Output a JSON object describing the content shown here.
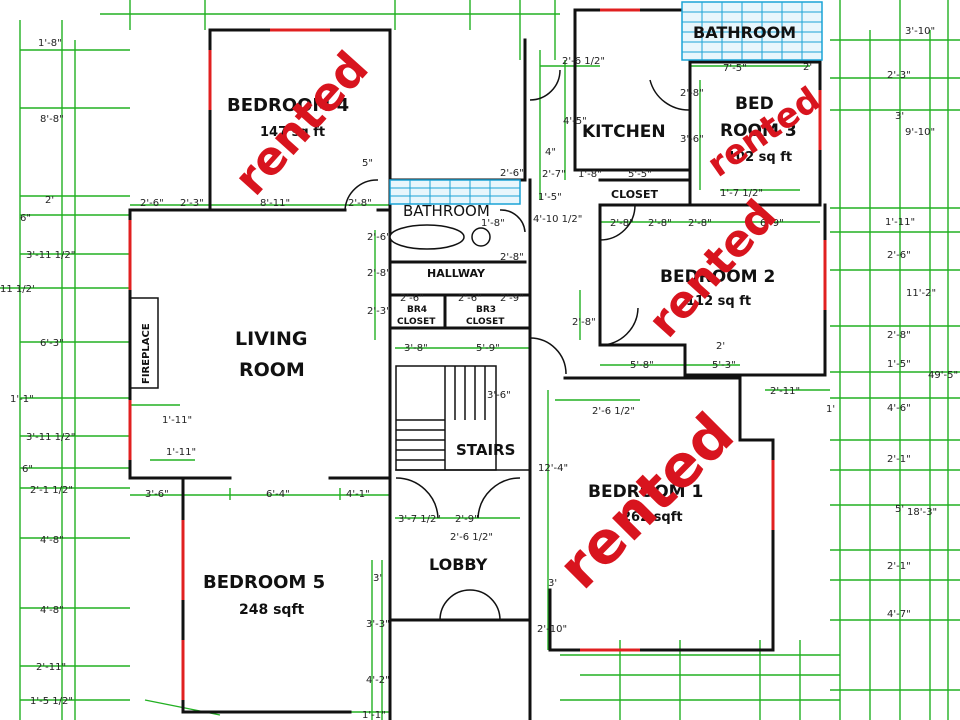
{
  "rooms": {
    "bedroom4": {
      "label": "BEDROOM 4",
      "area": "147 sq ft"
    },
    "bathroom_top": {
      "label": "BATHROOM"
    },
    "kitchen": {
      "label": "KITCHEN"
    },
    "bedroom3_line1": {
      "label": "BED"
    },
    "bedroom3_line2": {
      "label": "ROOM 3"
    },
    "bedroom3_area": {
      "area": "102 sq ft"
    },
    "closet": {
      "label": "CLOSET"
    },
    "bathroom_mid": {
      "label": "BATHROOM"
    },
    "hallway": {
      "label": "HALLWAY"
    },
    "br4_closet_1": {
      "label": "BR4"
    },
    "br4_closet_2": {
      "label": "CLOSET"
    },
    "br3_closet_1": {
      "label": "BR3"
    },
    "br3_closet_2": {
      "label": "CLOSET"
    },
    "bedroom2": {
      "label": "BEDROOM 2",
      "area": "112 sq ft"
    },
    "fireplace": {
      "label": "FIREPLACE"
    },
    "living_1": {
      "label": "LIVING"
    },
    "living_2": {
      "label": "ROOM"
    },
    "stairs": {
      "label": "STAIRS"
    },
    "bedroom1": {
      "label": "BEDROOM 1",
      "area": "262 sqft"
    },
    "lobby": {
      "label": "LOBBY"
    },
    "bedroom5": {
      "label": "BEDROOM 5",
      "area": "248 sqft"
    }
  },
  "rented_stamp": "rented",
  "dimensions": {
    "d01": "1'-8\"",
    "d02": "8'-8\"",
    "d03": "2'",
    "d04": "6\"",
    "d05": "3'-11 1/2\"",
    "d06": "11 1/2'",
    "d07": "6'-3\"",
    "d08": "1'-1\"",
    "d09": "3'-11 1/2\"",
    "d10": "6\"",
    "d11": "2'-1 1/2\"",
    "d12": "4'-8\"",
    "d13": "4'-8\"",
    "d14": "2'-11\"",
    "d15": "1'-5 1/2\"",
    "d16": "2'-6\"",
    "d17": "2'-3\"",
    "d18": "8'-11\"",
    "d19": "2'-8\"",
    "d20": "5\"",
    "d21": "1'-11\"",
    "d22": "1'-11\"",
    "d23": "3'-6\"",
    "d24": "6'-4\"",
    "d25": "4'-1\"",
    "d26": "2'-6 1/2\"",
    "d27": "4'-5\"",
    "d28": "4\"",
    "d29": "2'-6\"",
    "d30": "2'-7\"",
    "d31": "1'-5\"",
    "d32": "4'-10 1/2\"",
    "d33": "1'-8\"",
    "d34": "2'-8\"",
    "d35": "2'-6\"",
    "d36": "2'-8\"",
    "d37": "2'-3\"",
    "d38": "2'-6\"",
    "d39": "2'-6\"",
    "d40": "2'-9\"",
    "d41": "3'-8\"",
    "d42": "5'-9\"",
    "d43": "3'-6\"",
    "d44": "3'-7 1/2\"",
    "d45": "2'-9\"",
    "d46": "2'-6 1/2\"",
    "d47": "3'",
    "d48": "3'-3\"",
    "d49": "4'-2\"",
    "d50": "1'-1\"",
    "d51": "7'-5\"",
    "d52": "2'",
    "d53": "2'-8\"",
    "d54": "3'-6\"",
    "d55": "1'-8\"",
    "d56": "5'-5\"",
    "d57": "1'-7 1/2\"",
    "d58": "2'-8\"",
    "d59": "2'-8\"",
    "d60": "2'-8\"",
    "d61": "6'-9\"",
    "d62": "2'-8\"",
    "d63": "5'-8\"",
    "d64": "5'-3\"",
    "d65": "2'",
    "d66": "2'-11\"",
    "d67": "1'",
    "d68": "2'-6 1/2\"",
    "d69": "12'-4\"",
    "d70": "3'",
    "d71": "2'-10\"",
    "d72": "3'-10\"",
    "d73": "2'-3\"",
    "d74": "3'",
    "d75": "9'-10\"",
    "d76": "1'-11\"",
    "d77": "2'-6\"",
    "d78": "11'-2\"",
    "d79": "2'-8\"",
    "d80": "1'-5\"",
    "d81": "49'-5\"",
    "d82": "4'-6\"",
    "d83": "2'-1\"",
    "d84": "5'",
    "d85": "18'-3\"",
    "d86": "2'-1\"",
    "d87": "4'-7\""
  }
}
